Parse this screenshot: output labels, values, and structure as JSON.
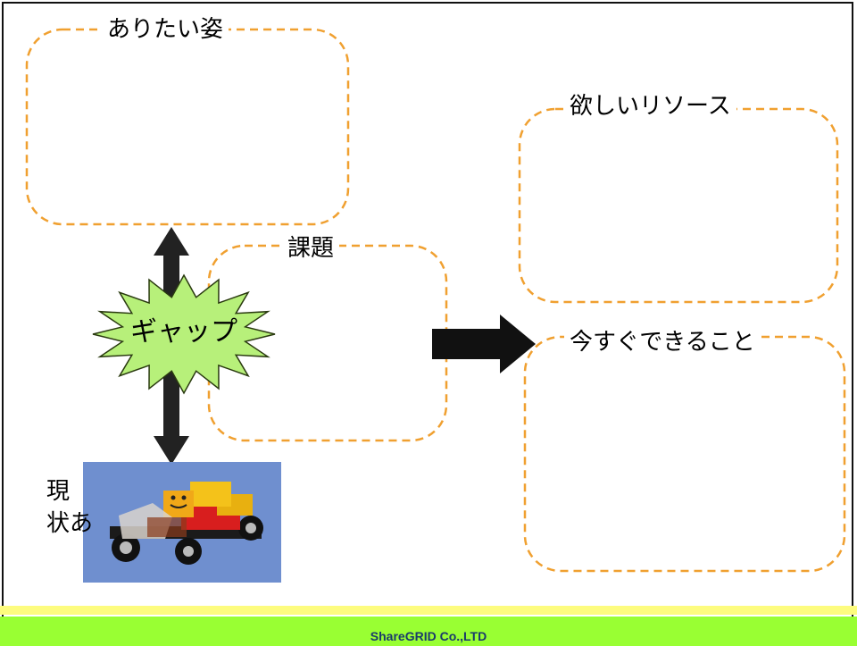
{
  "boxes": {
    "ideal": "ありたい姿",
    "issues": "課題",
    "resources": "欲しいリソース",
    "now": "今すぐできること"
  },
  "gap": "ギャップ",
  "current_state": [
    "現",
    "状あ"
  ],
  "footer": "ShareGRID Co.,LTD",
  "colors": {
    "dash": "#f0a030",
    "burst": "#b7f07a",
    "arrow": "#222222",
    "photo_bg": "#6f8fcf",
    "footer_yellow": "#fdfc7e",
    "footer_green": "#99ff33",
    "footer_text": "#1a3a6b"
  },
  "icons": {
    "gap": "starburst-icon",
    "photo": "lego-car-image"
  }
}
